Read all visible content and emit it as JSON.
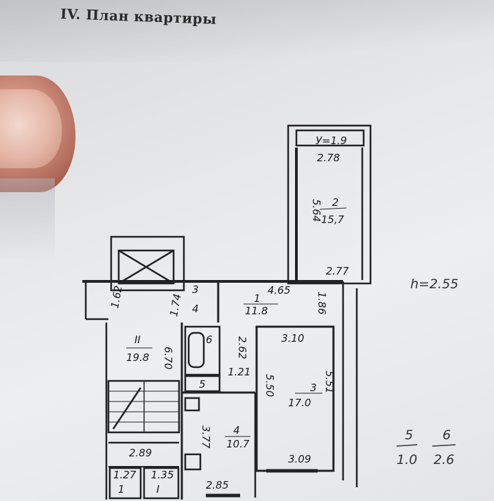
{
  "title": "IV.  План квартиры",
  "ceiling_height": "h=2.55",
  "summary": [
    {
      "room": "5",
      "area": "1.0"
    },
    {
      "room": "6",
      "area": "2.6"
    }
  ],
  "rooms": {
    "balcony": {
      "area": "У=1.9",
      "width": "2.78"
    },
    "room2": {
      "num": "2",
      "area": "15,7",
      "length": "5.64",
      "width": "2.77"
    },
    "room1": {
      "num": "1",
      "area": "11.8",
      "width": "4.65",
      "depth": "1.86",
      "side": "2.62"
    },
    "room3": {
      "num": "3",
      "area": "17.0",
      "top": "3.10",
      "left": "5.50",
      "right": "5.51",
      "bottom": "3.09"
    },
    "room4": {
      "num": "4",
      "area": "10.7",
      "length": "3.77",
      "width": "2.85"
    },
    "room6": {
      "num": "6"
    },
    "room5": {
      "num": "5",
      "width": "1.21"
    },
    "hall": {
      "num": "II",
      "area": "19.8",
      "length": "6.70",
      "width": "1.62",
      "diag": "1.74",
      "door3": "3",
      "door4": "4"
    },
    "storage": {
      "width": "2.89",
      "left": "1.27",
      "right": "1.35",
      "left_num": "1",
      "right_num": "I"
    }
  }
}
